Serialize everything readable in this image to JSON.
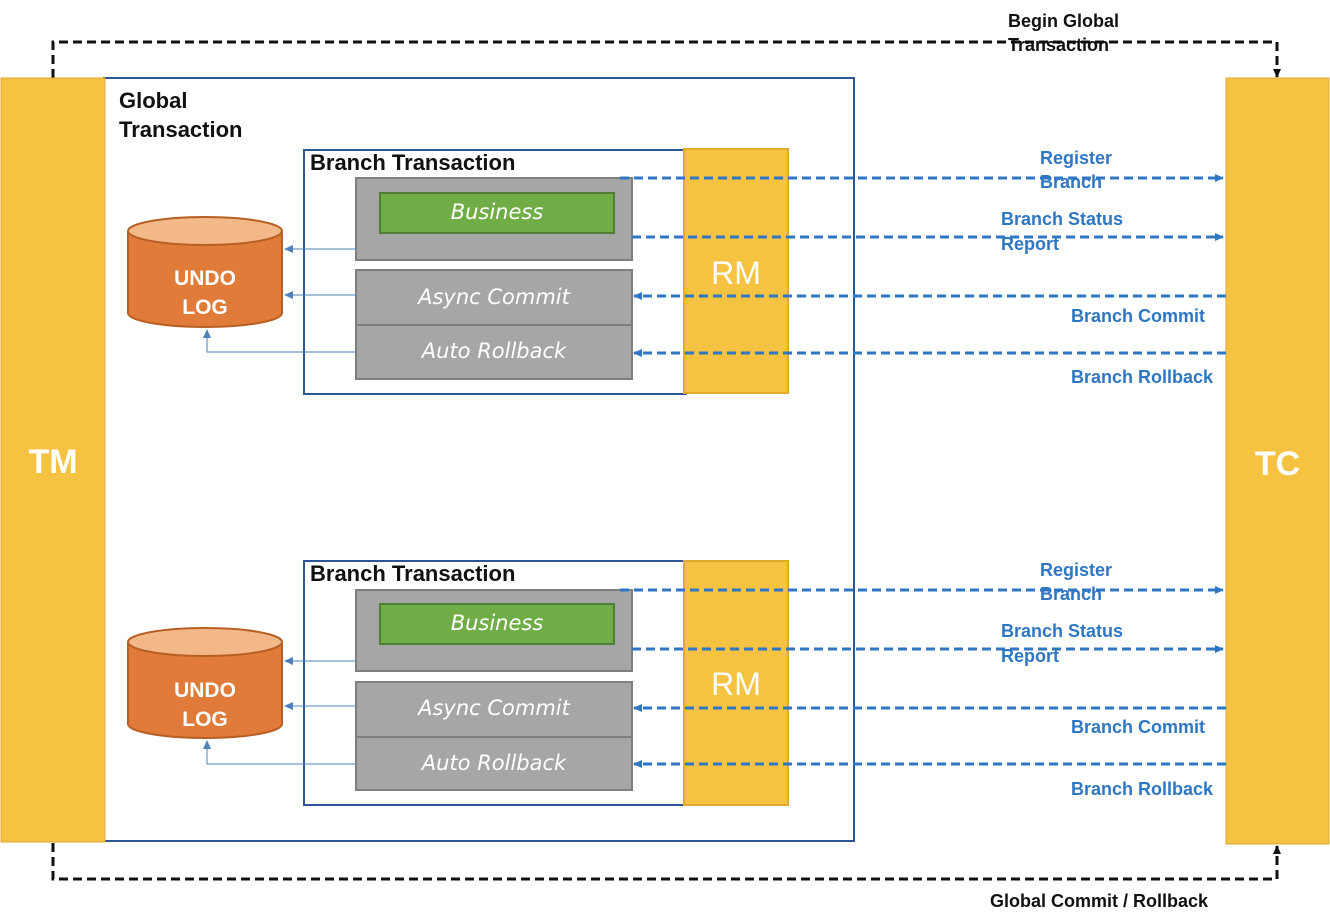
{
  "tm": {
    "label": "TM"
  },
  "tc": {
    "label": "TC"
  },
  "global_transaction": {
    "line1": "Global",
    "line2": "Transaction"
  },
  "begin_global": {
    "line1": "Begin Global",
    "line2": "Transaction"
  },
  "global_commit_rollback": "Global Commit / Rollback",
  "branches": [
    {
      "title": "Branch Transaction",
      "business": "Business",
      "async_commit": "Async Commit",
      "auto_rollback": "Auto Rollback",
      "rm": "RM",
      "undo_line1": "UNDO",
      "undo_line2": "LOG",
      "register_line1": "Register",
      "register_line2": "Branch",
      "status_line1": "Branch Status",
      "status_line2": "Report",
      "commit": "Branch Commit",
      "rollback": "Branch Rollback"
    },
    {
      "title": "Branch Transaction",
      "business": "Business",
      "async_commit": "Async Commit",
      "auto_rollback": "Auto Rollback",
      "rm": "RM",
      "undo_line1": "UNDO",
      "undo_line2": "LOG",
      "register_line1": "Register",
      "register_line2": "Branch",
      "status_line1": "Branch Status",
      "status_line2": "Report",
      "commit": "Branch Commit",
      "rollback": "Branch Rollback"
    }
  ],
  "colors": {
    "yellow": "#f5c242",
    "orange": "#e07b39",
    "green": "#70ad47",
    "gray": "#a6a6a6",
    "blue": "#2f77c2",
    "frame": "#2f5597"
  }
}
